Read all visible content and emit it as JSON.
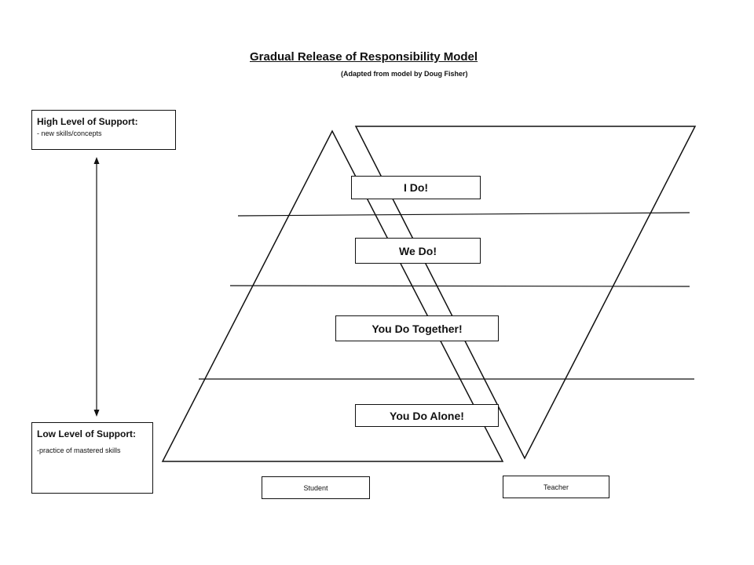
{
  "title": "Gradual Release of Responsibility Model",
  "subtitle": "(Adapted from model by Doug Fisher)",
  "support": {
    "high": {
      "heading": "High Level of Support:",
      "note": "- new skills/concepts"
    },
    "low": {
      "heading": "Low Level of Support:",
      "note": "-practice of mastered skills"
    }
  },
  "stages": {
    "i_do": "I Do!",
    "we_do": "We Do!",
    "you_do_together": "You Do Together!",
    "you_do_alone": "You Do Alone!"
  },
  "roles": {
    "student": "Student",
    "teacher": "Teacher"
  }
}
